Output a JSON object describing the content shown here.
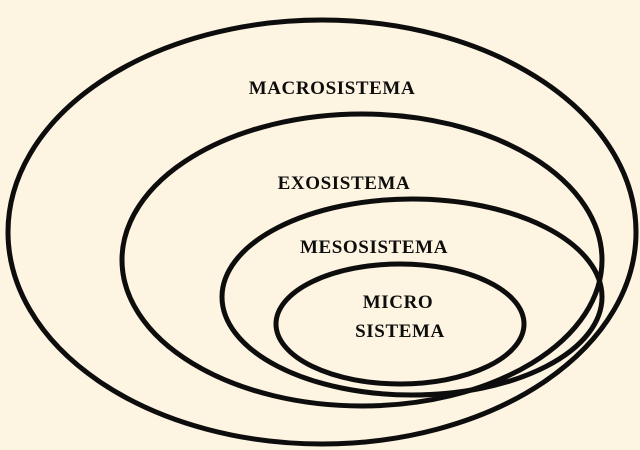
{
  "background": "#fdf4e1",
  "stroke_color": "#0d0d0d",
  "levels": [
    {
      "id": "macro",
      "label": "MACROSISTEMA"
    },
    {
      "id": "exo",
      "label": "EXOSISTEMA"
    },
    {
      "id": "meso",
      "label": "MESOSISTEMA"
    },
    {
      "id": "micro",
      "label_line1": "MICRO",
      "label_line2": "SISTEMA"
    }
  ]
}
